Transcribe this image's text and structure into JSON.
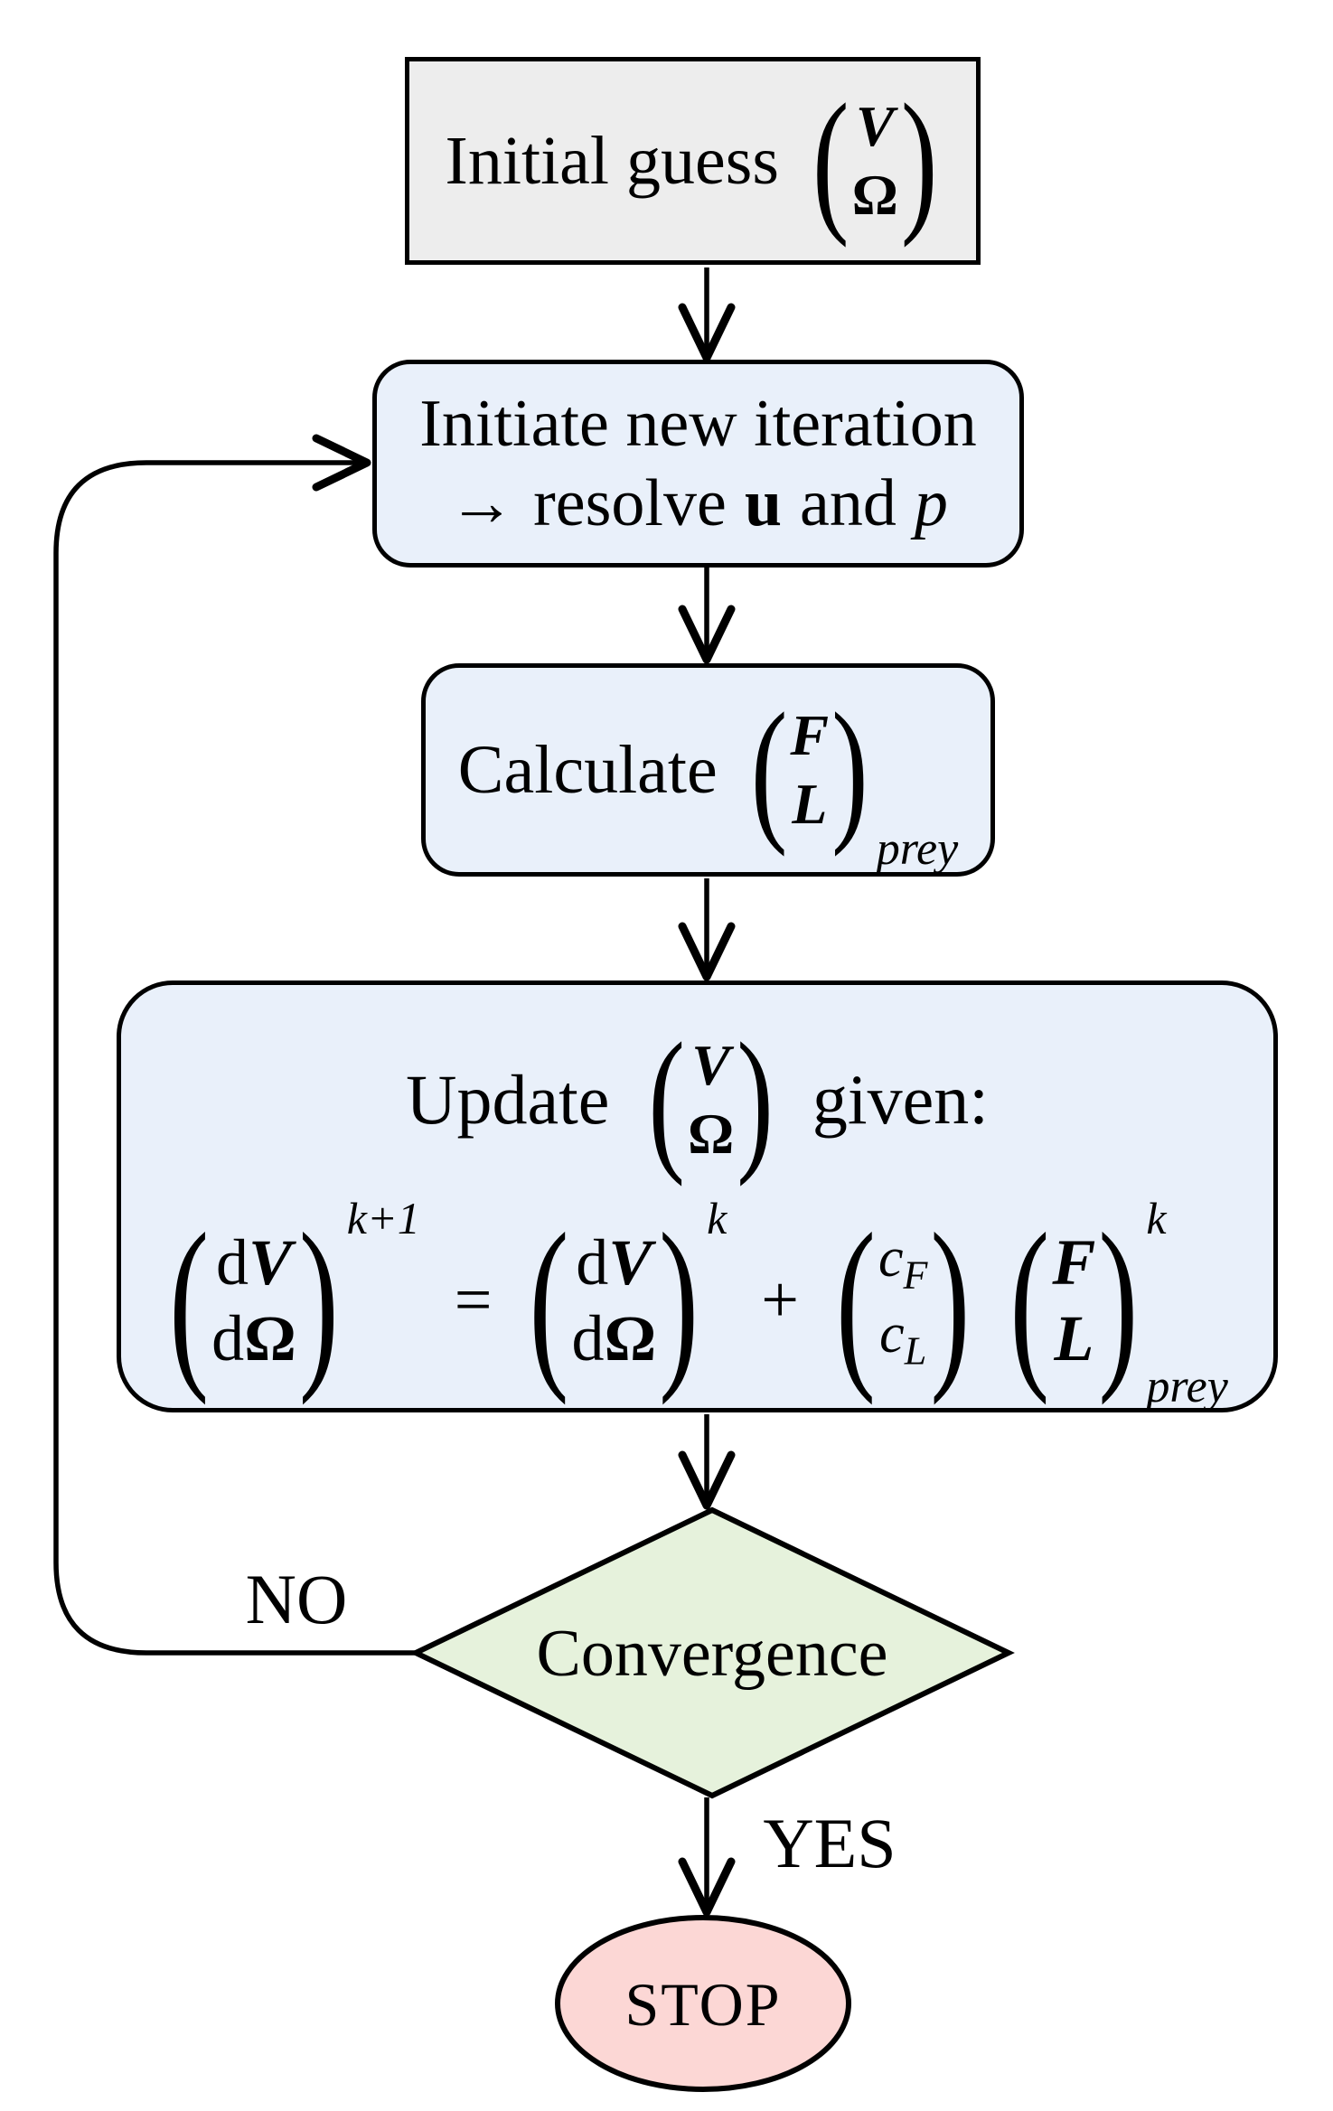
{
  "glyphs": {
    "lparen": "(",
    "rparen": ")"
  },
  "colors": {
    "start_fill": "#ededed",
    "process_fill": "#e9f0fa",
    "decision_fill": "#e6f2dc",
    "stop_fill": "#fcd7d5",
    "line": "#000000"
  },
  "nodes": {
    "initial": {
      "label": "Initial guess",
      "vec": {
        "top": "V",
        "bottom": "Ω"
      }
    },
    "iterate": {
      "line1": "Initiate new iteration",
      "arrow": "→",
      "resolve": "resolve",
      "u": "u",
      "and": "and",
      "p": "p"
    },
    "calculate": {
      "label": "Calculate",
      "vec": {
        "top": "F",
        "bottom": "L"
      },
      "sub": "prey"
    },
    "update": {
      "title": {
        "word_update": "Update",
        "vec": {
          "top": "V",
          "bottom": "Ω"
        },
        "word_given": "given:"
      },
      "formula": {
        "m1": {
          "dtop": "d",
          "vtop": "V",
          "dbot": "d",
          "vbot": "Ω",
          "sup": "k+1"
        },
        "eq": "=",
        "m2": {
          "dtop": "d",
          "vtop": "V",
          "dbot": "d",
          "vbot": "Ω",
          "sup": "k"
        },
        "plus": "+",
        "m3": {
          "ctop": "c",
          "subtop": "F",
          "cbot": "c",
          "subbot": "L"
        },
        "m4": {
          "top": "F",
          "bot": "L",
          "sup": "k",
          "sub": "prey"
        }
      }
    },
    "convergence": {
      "label": "Convergence"
    },
    "stop": {
      "label": "STOP"
    }
  },
  "edges": {
    "no": "NO",
    "yes": "YES"
  }
}
